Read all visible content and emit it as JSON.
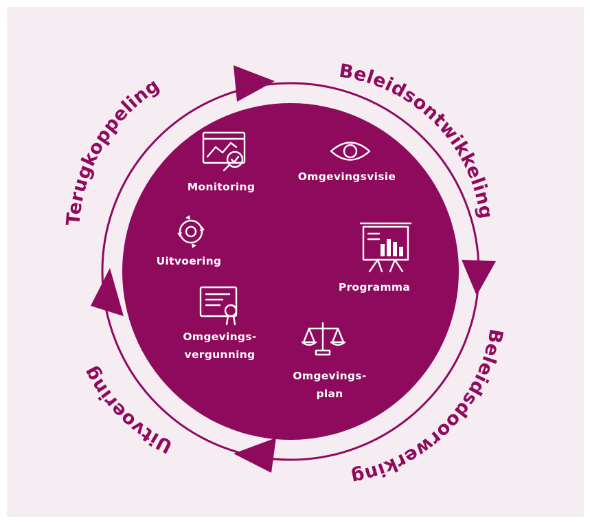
{
  "colors": {
    "accent": "#8e0a5c",
    "background": "#f6edf3",
    "text_on_accent": "#ffffff"
  },
  "cycle": {
    "stages": [
      "Beleidsontwikkeling",
      "Beleidsdoorwerking",
      "Uitvoering",
      "Terugkoppeling"
    ]
  },
  "instruments": {
    "monitoring": {
      "label": "Monitoring",
      "icon": "monitoring-chart-icon"
    },
    "omgevingsvisie": {
      "label": "Omgevingsvisie",
      "icon": "eye-icon"
    },
    "uitvoering": {
      "label": "Uitvoering",
      "icon": "gear-cycle-icon"
    },
    "programma": {
      "label": "Programma",
      "icon": "presentation-board-icon"
    },
    "omgevingsvergunning": {
      "line1": "Omgevings-",
      "line2": "vergunning",
      "icon": "certificate-icon"
    },
    "omgevingsplan": {
      "line1": "Omgevings-",
      "line2": "plan",
      "icon": "scales-icon"
    }
  }
}
